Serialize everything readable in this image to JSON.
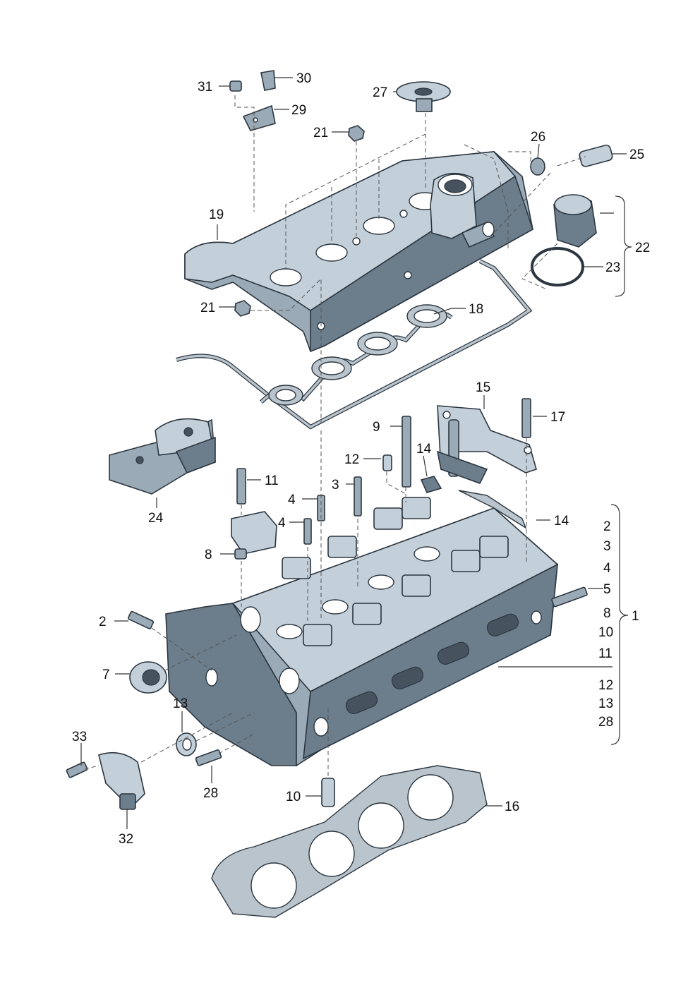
{
  "labels": {
    "n1": "1",
    "n2": "2",
    "n3": "3",
    "n4": "4",
    "n5": "5",
    "n7": "7",
    "n8": "8",
    "n9": "9",
    "n10": "10",
    "n11": "11",
    "n12": "12",
    "n13": "13",
    "n14": "14",
    "n15": "15",
    "n16": "16",
    "n17": "17",
    "n18": "18",
    "n19": "19",
    "n21": "21",
    "n22": "22",
    "n23": "23",
    "n24": "24",
    "n25": "25",
    "n26": "26",
    "n27": "27",
    "n28": "28",
    "n29": "29",
    "n30": "30",
    "n31": "31",
    "n32": "32",
    "n33": "33"
  },
  "group_1_list": [
    "2",
    "3",
    "4",
    "5",
    "8",
    "10",
    "11",
    "12",
    "13",
    "28"
  ]
}
